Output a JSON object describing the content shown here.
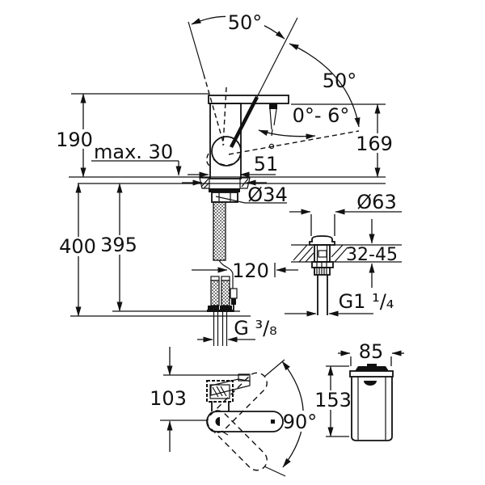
{
  "drawing": {
    "kind": "faucet-installation-dimension-drawing",
    "line_color": "#111111",
    "background": "#ffffff"
  },
  "labels": {
    "swivel_top": "50°",
    "swivel_right": "50°",
    "aerator_tilt": "0°- 6°",
    "height_169": "169",
    "height_190": "190",
    "max_counter": "max. 30",
    "base_width_51": "51",
    "shank_dia": "Ø34",
    "height_400": "400",
    "height_395": "395",
    "offset_120": "120",
    "hose_thread": "G ³/₈",
    "drain_dia": "Ø63",
    "counter_range": "32-45",
    "drain_thread": "G1 ¹/₄",
    "topview_103": "103",
    "swivel_90": "90°",
    "front_width_85": "85",
    "front_height_153": "153"
  }
}
